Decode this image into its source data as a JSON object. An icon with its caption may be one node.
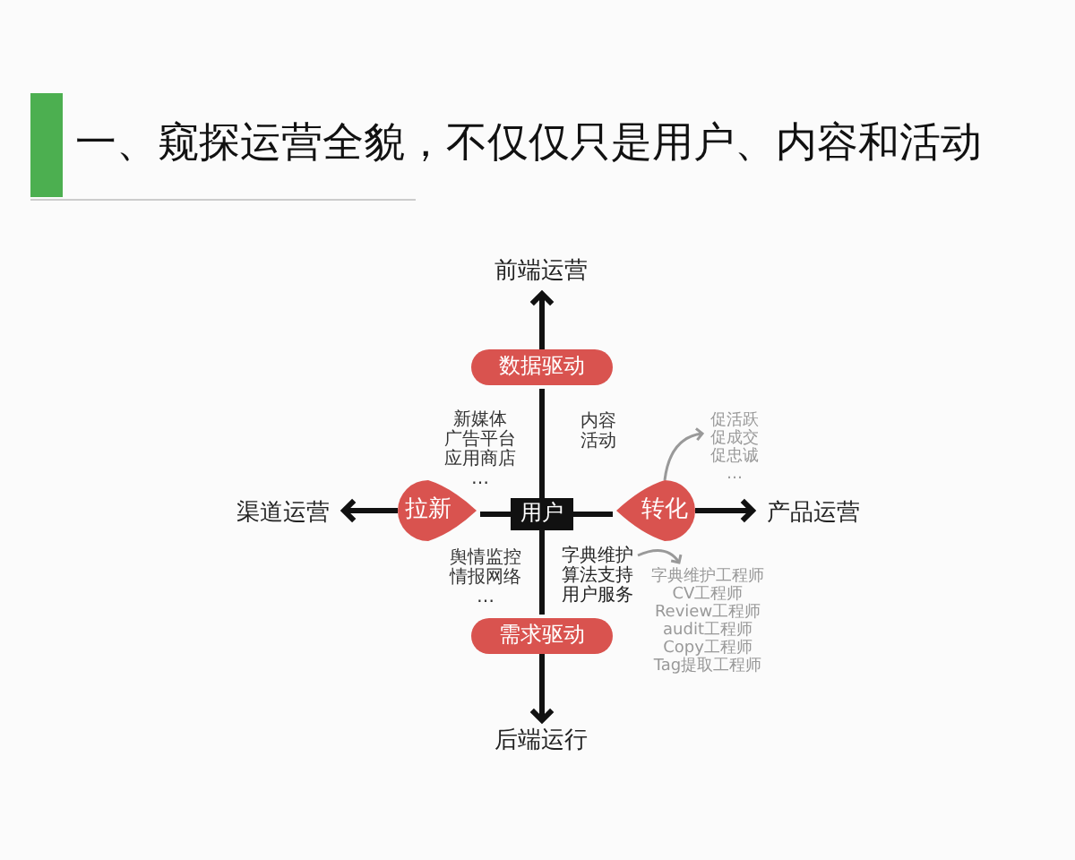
{
  "diagram": {
    "title": "一、窥探运营全貌，不仅仅只是用户、内容和活动",
    "nodes": [
      {
        "text": [
          "前端运营"
        ]
      },
      {
        "text": [
          "数据驱动"
        ]
      },
      {
        "text": [
          "新媒体",
          "广告平台",
          "应用商店",
          "…"
        ]
      },
      {
        "text": [
          "内容",
          "活动"
        ]
      },
      {
        "text": [
          "拉新"
        ]
      },
      {
        "text": [
          "用户"
        ]
      },
      {
        "text": [
          "转化"
        ]
      },
      {
        "text": [
          "渠道运营"
        ]
      },
      {
        "text": [
          "产品运营"
        ]
      },
      {
        "text": [
          "促活跃",
          "促成交",
          "促忠诚",
          "…"
        ]
      },
      {
        "text": [
          "舆情监控",
          "情报网络",
          "…"
        ]
      },
      {
        "text": [
          "字典维护",
          "算法支持",
          "用户服务"
        ]
      },
      {
        "text": [
          "字典维护工程师",
          "CV工程师",
          "Review工程师",
          "audit工程师",
          "Copy工程师",
          "Tag提取工程师"
        ]
      },
      {
        "text": [
          "需求驱动"
        ]
      },
      {
        "text": [
          "后端运行"
        ]
      }
    ],
    "edges": [
      {
        "from": 5,
        "to": 1,
        "arrow": "none"
      },
      {
        "from": 1,
        "to": 0,
        "arrow": "to"
      },
      {
        "from": 5,
        "to": 13,
        "arrow": "none"
      },
      {
        "from": 13,
        "to": 14,
        "arrow": "to"
      },
      {
        "from": 5,
        "to": 4,
        "arrow": "none"
      },
      {
        "from": 4,
        "to": 7,
        "arrow": "to"
      },
      {
        "from": 5,
        "to": 6,
        "arrow": "none"
      },
      {
        "from": 6,
        "to": 8,
        "arrow": "to"
      },
      {
        "from": 6,
        "to": 9,
        "arrow": "to",
        "color": "#999999"
      },
      {
        "from": 11,
        "to": 12,
        "arrow": "to",
        "color": "#999999"
      }
    ]
  }
}
